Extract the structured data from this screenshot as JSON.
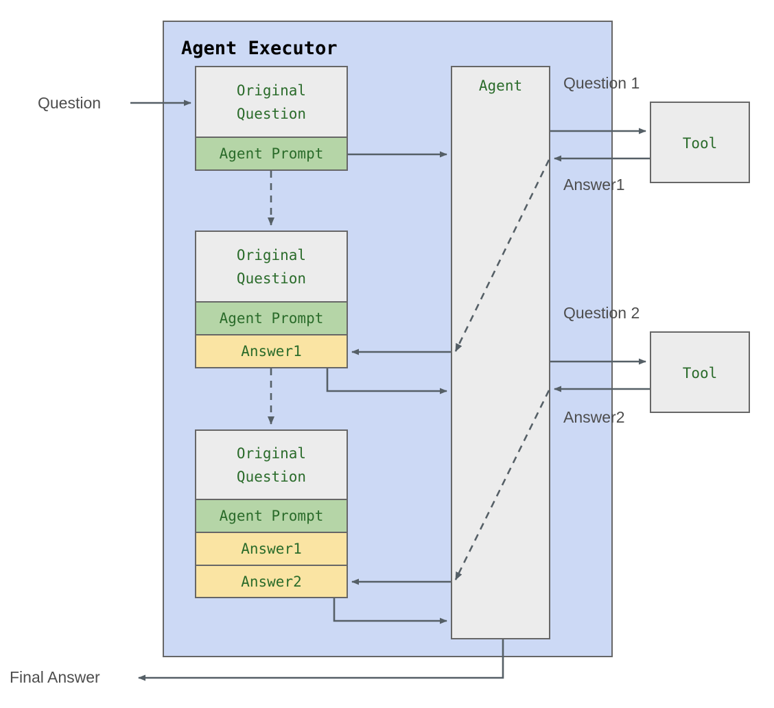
{
  "diagram": {
    "title": "Agent Executor",
    "container_color": "#ccd9f5",
    "accent_colors": {
      "neutral_block": "#ececec",
      "prompt_block": "#b5d5a7",
      "answer_block": "#fae4a3",
      "text_green": "#2a6b2a",
      "stroke": "#666666",
      "wire": "#555f66",
      "label_grey": "#4d4d4d"
    },
    "external_labels": {
      "input": "Question",
      "output": "Final Answer"
    },
    "agent": {
      "label": "Agent"
    },
    "steps": [
      {
        "id": "step-1",
        "rows": [
          {
            "key": "original-question",
            "label": "Original\nQuestion",
            "style": "neutral"
          },
          {
            "key": "agent-prompt",
            "label": "Agent Prompt",
            "style": "prompt"
          }
        ]
      },
      {
        "id": "step-2",
        "rows": [
          {
            "key": "original-question",
            "label": "Original\nQuestion",
            "style": "neutral"
          },
          {
            "key": "agent-prompt",
            "label": "Agent Prompt",
            "style": "prompt"
          },
          {
            "key": "answer-1",
            "label": "Answer1",
            "style": "answer"
          }
        ]
      },
      {
        "id": "step-3",
        "rows": [
          {
            "key": "original-question",
            "label": "Original\nQuestion",
            "style": "neutral"
          },
          {
            "key": "agent-prompt",
            "label": "Agent Prompt",
            "style": "prompt"
          },
          {
            "key": "answer-1",
            "label": "Answer1",
            "style": "answer"
          },
          {
            "key": "answer-2",
            "label": "Answer2",
            "style": "answer"
          }
        ]
      }
    ],
    "tools": [
      {
        "id": "tool-1",
        "label": "Tool",
        "request_label": "Question 1",
        "response_label": "Answer1"
      },
      {
        "id": "tool-2",
        "label": "Tool",
        "request_label": "Question 2",
        "response_label": "Answer2"
      }
    ],
    "block_texts": {
      "original_question_line1": "Original",
      "original_question_line2": "Question",
      "agent_prompt": "Agent Prompt",
      "answer1": "Answer1",
      "answer2": "Answer2",
      "agent": "Agent",
      "tool": "Tool"
    }
  }
}
